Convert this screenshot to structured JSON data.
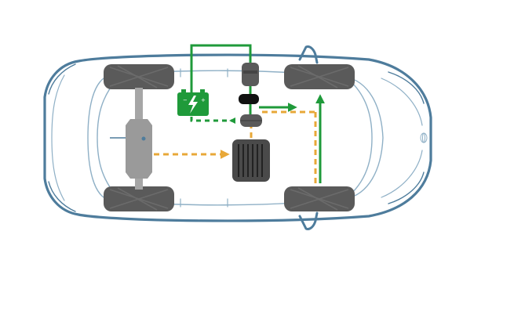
{
  "diagram": {
    "view": "top-down",
    "subject": "car",
    "components": [
      {
        "name": "fuel-tank",
        "icon": "fuel-tank-icon"
      },
      {
        "name": "battery",
        "icon": "battery-icon"
      },
      {
        "name": "engine",
        "icon": "engine-icon"
      },
      {
        "name": "electric-motor",
        "icon": "motor-icon"
      },
      {
        "name": "power-split-device",
        "icon": "gear-icon"
      },
      {
        "name": "wheels",
        "count": 4
      }
    ],
    "flows": [
      {
        "from": "fuel-tank",
        "to": "engine",
        "style": "dashed",
        "color": "#e8a838"
      },
      {
        "from": "engine",
        "to": "front-wheels",
        "style": "dashed",
        "color": "#e8a838"
      },
      {
        "from": "battery",
        "to": "electric-motor",
        "style": "solid",
        "color": "#1f9a3a"
      },
      {
        "from": "electric-motor",
        "to": "front-wheels",
        "style": "solid",
        "color": "#1f9a3a"
      },
      {
        "from": "power-split-device",
        "to": "battery",
        "style": "dashed",
        "color": "#1f9a3a"
      }
    ],
    "colors": {
      "body_outline": "#4e7c9c",
      "tire": "#5a5a5a",
      "engine": "#4a4a4a",
      "fuel_tank": "#9a9a9a",
      "battery": "#1f9a3a",
      "electric": "#1f9a3a",
      "fuel": "#e8a838"
    }
  }
}
